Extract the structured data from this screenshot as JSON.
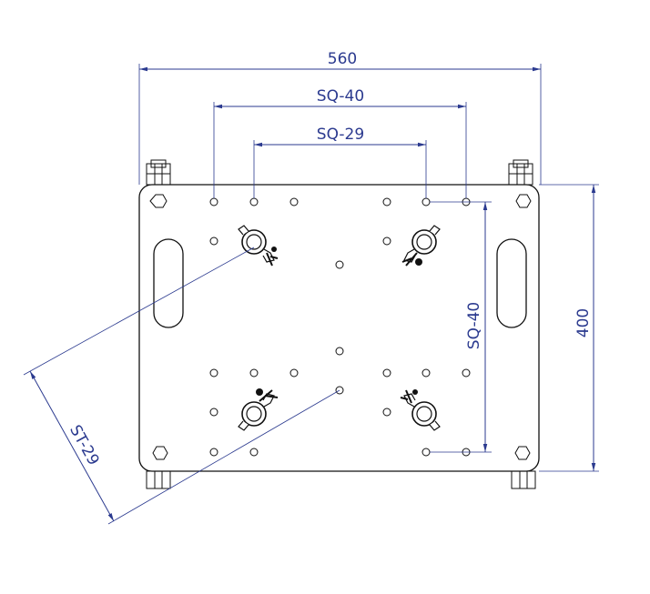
{
  "dimensions": {
    "width": "560",
    "sq40_top": "SQ-40",
    "sq29_top": "SQ-29",
    "sq40_side": "SQ-40",
    "height": "400",
    "st29": "ST-29"
  },
  "colors": {
    "dimension": "#2b3a8f",
    "outline": "#111111",
    "background": "#ffffff"
  }
}
